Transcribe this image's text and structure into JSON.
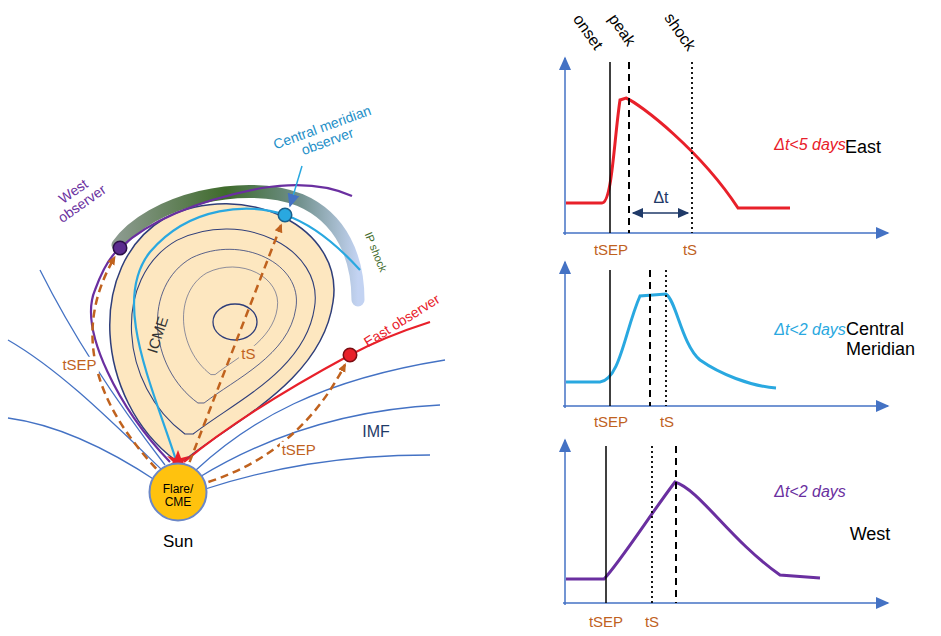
{
  "diagram": {
    "nodes": [
      {
        "text": [
          "Flare/ CME",
          "Sun"
        ]
      },
      {
        "text": [
          "ICME"
        ]
      },
      {
        "text": [
          "West observer"
        ]
      },
      {
        "text": [
          "Central meridian observer"
        ]
      },
      {
        "text": [
          "East observer"
        ]
      }
    ],
    "edges": [
      {
        "from": 0,
        "to": 2,
        "arrow": "to",
        "label": "tSEP"
      },
      {
        "from": 0,
        "to": 3,
        "arrow": "to",
        "label": "tS"
      },
      {
        "from": 0,
        "to": 4,
        "arrow": "to",
        "label": "tSEP"
      }
    ],
    "labels": [
      "IP shock",
      "IMF",
      "onset",
      "peak",
      "shock",
      "Δt<5 days",
      "East",
      "Δt",
      "tSEP",
      "tS",
      "Δt<2 days",
      "Central Meridian",
      "tSEP",
      "tS",
      "Δt<2 days",
      "West",
      "tSEP",
      "tS"
    ]
  }
}
